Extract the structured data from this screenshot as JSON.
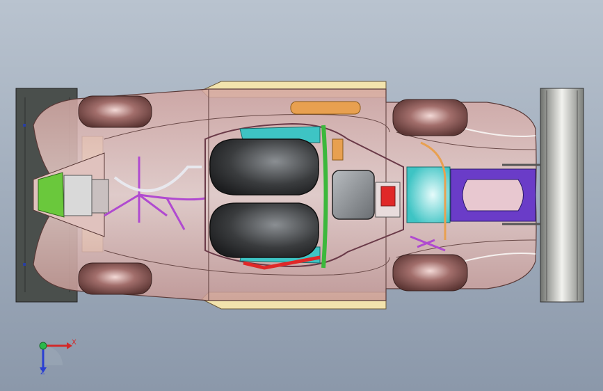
{
  "viewport": {
    "background_top": "#b9c3cf",
    "background_bottom": "#8b98aa"
  },
  "model": {
    "parts": [
      {
        "name": "rear-wing",
        "color": "#4a4f4c"
      },
      {
        "name": "front-wing",
        "color": "#9a9d99"
      },
      {
        "name": "body-shell",
        "color": "#d9aaa6"
      },
      {
        "name": "side-pod",
        "color": "#f2e3ad"
      },
      {
        "name": "tire",
        "color": "#7a4a48"
      },
      {
        "name": "seat",
        "color": "#2a2c2e"
      },
      {
        "name": "engine-block",
        "color": "#8a8e92"
      },
      {
        "name": "fuel-tank",
        "color": "#3ec4c4"
      },
      {
        "name": "roll-hoop",
        "color": "#3cb83c"
      },
      {
        "name": "chassis-tube",
        "color": "#b04ad0"
      },
      {
        "name": "red-tube",
        "color": "#e02828"
      },
      {
        "name": "nose-cutout",
        "color": "#6a3cc8"
      },
      {
        "name": "orange-cylinder",
        "color": "#e8a050"
      },
      {
        "name": "green-bracket",
        "color": "#6ac83c"
      }
    ]
  },
  "triad": {
    "x_label": "X",
    "y_label": "Z",
    "x_color": "#d22a2a",
    "y_color": "#2a3fd2",
    "origin_color": "#2ab84a"
  }
}
